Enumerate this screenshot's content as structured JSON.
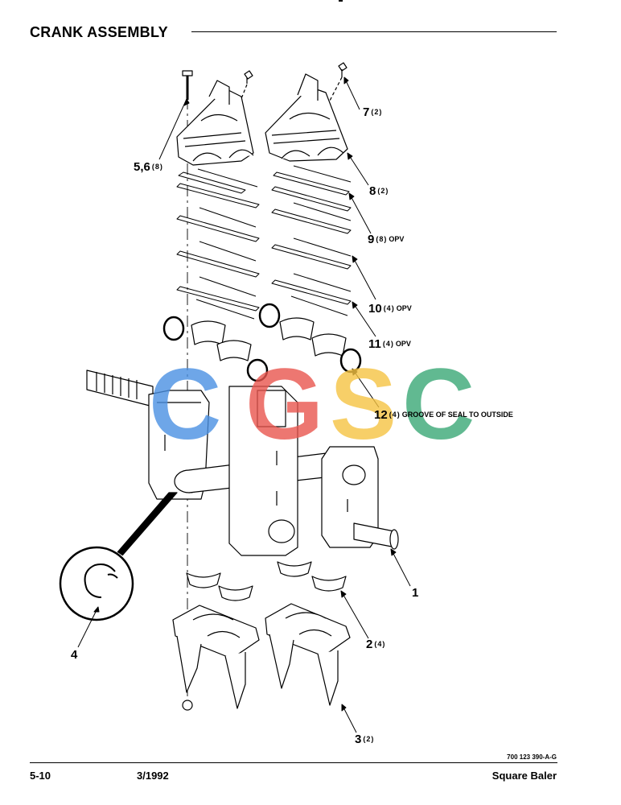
{
  "header": {
    "title": "CRANK ASSEMBLY"
  },
  "callouts": [
    {
      "id": "c1",
      "number": "1",
      "qty": "",
      "note": ""
    },
    {
      "id": "c2",
      "number": "2",
      "qty": "(4)",
      "note": ""
    },
    {
      "id": "c3",
      "number": "3",
      "qty": "(2)",
      "note": ""
    },
    {
      "id": "c4",
      "number": "4",
      "qty": "",
      "note": ""
    },
    {
      "id": "c56",
      "number": "5,6",
      "qty": "(8)",
      "note": ""
    },
    {
      "id": "c7",
      "number": "7",
      "qty": "(2)",
      "note": ""
    },
    {
      "id": "c8",
      "number": "8",
      "qty": "(2)",
      "note": ""
    },
    {
      "id": "c9",
      "number": "9",
      "qty": "(8)",
      "note": "OPV"
    },
    {
      "id": "c10",
      "number": "10",
      "qty": "(4)",
      "note": "OPV"
    },
    {
      "id": "c11",
      "number": "11",
      "qty": "(4)",
      "note": "OPV"
    },
    {
      "id": "c12",
      "number": "12",
      "qty": "(4)",
      "note": "GROOVE OF SEAL TO OUTSIDE"
    }
  ],
  "figure_code": "700 123 390-A-G",
  "footer": {
    "page": "5-10",
    "date": "3/1992",
    "product": "Square Baler"
  },
  "watermark": {
    "letters": [
      "C",
      "G",
      "S",
      "C"
    ],
    "colors": [
      "#4a90e2",
      "#e8554e",
      "#f5c342",
      "#3aa876"
    ]
  }
}
